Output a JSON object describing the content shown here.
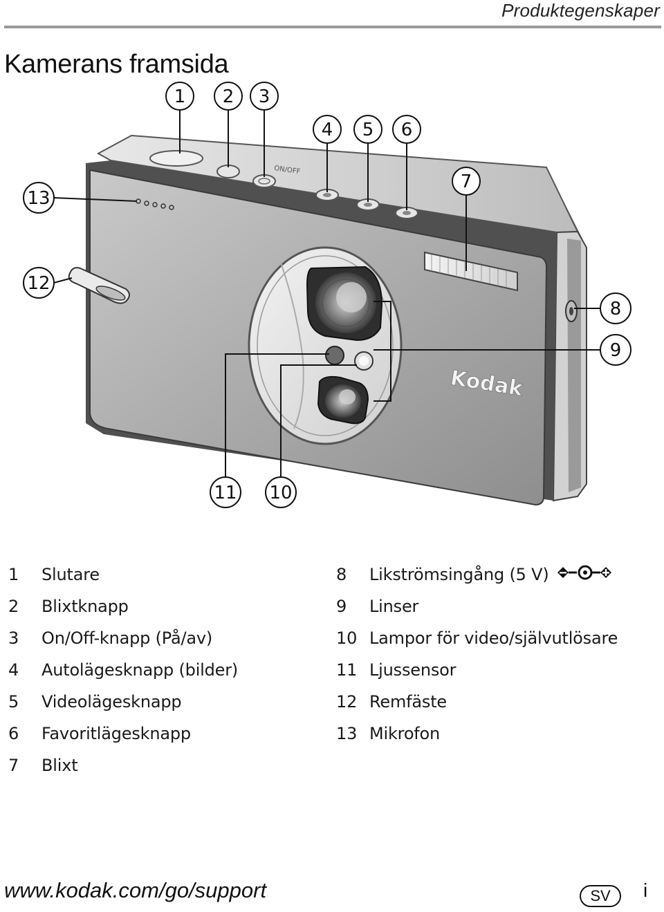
{
  "header": {
    "section_title": "Produktegenskaper"
  },
  "page_title": "Kamerans framsida",
  "diagram": {
    "callouts": [
      "1",
      "2",
      "3",
      "4",
      "5",
      "6",
      "7",
      "8",
      "9",
      "10",
      "11",
      "12",
      "13"
    ],
    "brand_logo": "Kodak",
    "top_panel_text": "ON/OFF"
  },
  "legend": {
    "left": [
      {
        "num": "1",
        "label": "Slutare"
      },
      {
        "num": "2",
        "label": "Blixtknapp"
      },
      {
        "num": "3",
        "label": "On/Off-knapp (På/av)"
      },
      {
        "num": "4",
        "label": "Autolägesknapp (bilder)"
      },
      {
        "num": "5",
        "label": "Videolägesknapp"
      },
      {
        "num": "6",
        "label": "Favoritlägesknapp"
      },
      {
        "num": "7",
        "label": "Blixt"
      }
    ],
    "right": [
      {
        "num": "8",
        "label": "Likströmsingång (5 V)"
      },
      {
        "num": "9",
        "label": "Linser"
      },
      {
        "num": "10",
        "label": "Lampor för video/självutlösare"
      },
      {
        "num": "11",
        "label": "Ljussensor"
      },
      {
        "num": "12",
        "label": "Remfäste"
      },
      {
        "num": "13",
        "label": "Mikrofon"
      }
    ],
    "dc_symbol_icon": "dc-polarity-icon"
  },
  "footer": {
    "url": "www.kodak.com/go/support",
    "language": "SV",
    "page_number": "i"
  }
}
